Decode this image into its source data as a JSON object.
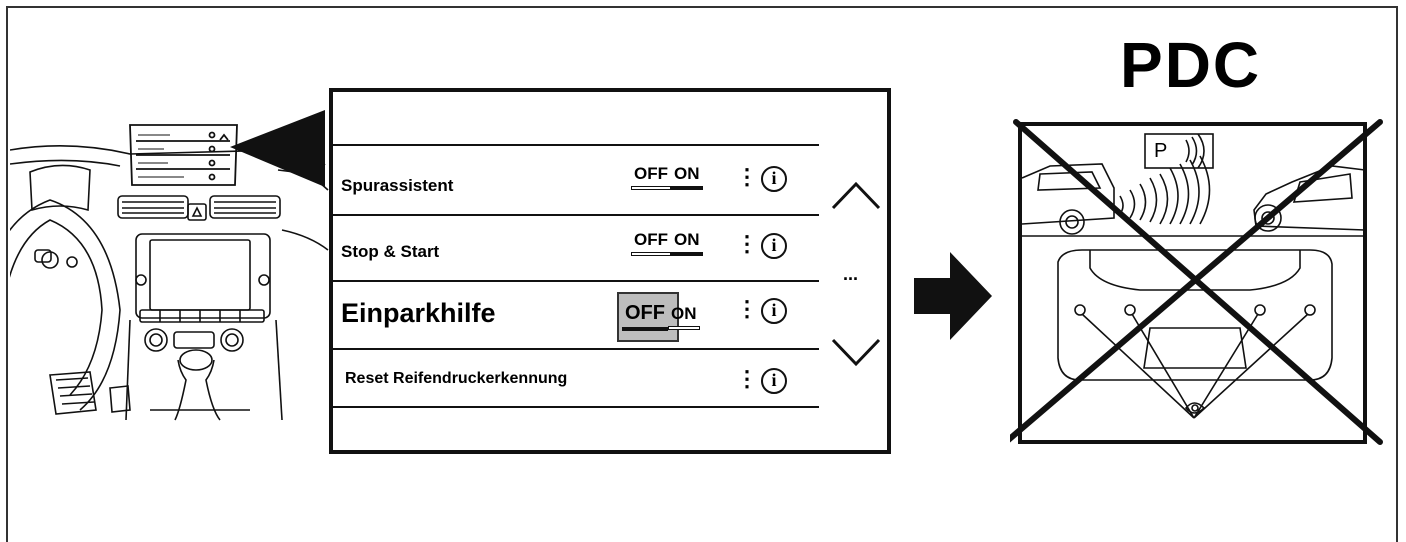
{
  "screen": {
    "rows": [
      {
        "label": "Spurassistent",
        "off": "OFF",
        "on": "ON",
        "state": "ON",
        "dots": "⋮",
        "info": "i"
      },
      {
        "label": "Stop & Start",
        "off": "OFF",
        "on": "ON",
        "state": "ON",
        "dots": "⋮",
        "info": "i"
      },
      {
        "label": "Einparkhilfe",
        "off": "OFF",
        "on": "ON",
        "state": "OFF",
        "dots": "⋮",
        "info": "i"
      },
      {
        "label": "Reset Reifendruckerkennung",
        "dots": "⋮",
        "info": "i"
      }
    ],
    "more": "...",
    "scroll_up_icon": "chevron-up-icon",
    "scroll_down_icon": "chevron-down-icon"
  },
  "pdc": {
    "title": "PDC",
    "sensor_symbol": "P",
    "crossed_out": true
  },
  "arrow_icon": "arrow-right-icon",
  "colors": {
    "line": "#111111",
    "highlight": "#bdbdbd",
    "background": "#ffffff"
  }
}
